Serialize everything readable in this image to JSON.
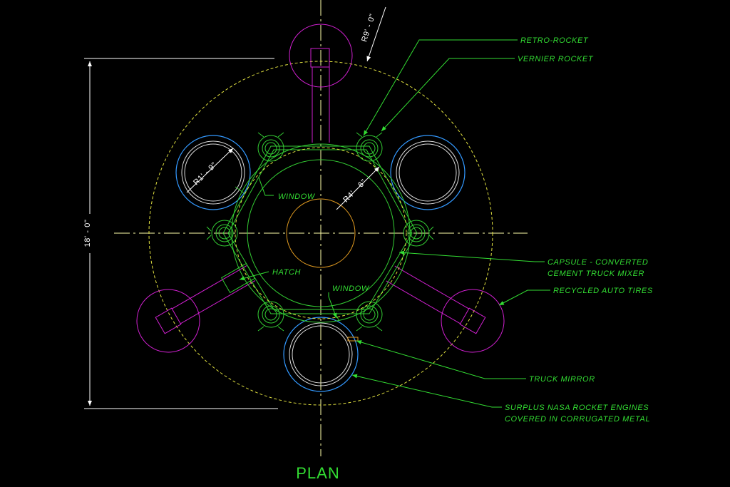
{
  "drawing": {
    "title": "PLAN",
    "dimensions": {
      "overall": "18' - 0\"",
      "outer_radius": "R9' - 0\"",
      "tire_radius": "R1' - 9\"",
      "capsule_radius": "R4' - 6\""
    },
    "labels": {
      "retro_rocket": "RETRO-ROCKET",
      "vernier_rocket": "VERNIER ROCKET",
      "window_upper": "WINDOW",
      "window_lower": "WINDOW",
      "hatch": "HATCH",
      "capsule_line1": "CAPSULE - CONVERTED",
      "capsule_line2": "CEMENT TRUCK MIXER",
      "recycled_tires": "RECYCLED AUTO TIRES",
      "truck_mirror": "TRUCK MIRROR",
      "engines_line1": "SURPLUS NASA ROCKET ENGINES",
      "engines_line2": "COVERED IN CORRUGATED METAL"
    },
    "colors": {
      "background": "#000000",
      "annotation": "#33dd33",
      "centerline": "#ffffaa",
      "outer_boundary": "#e0e040",
      "capsule": "#e0e040",
      "core": "#e09a20",
      "frame": "#33cc33",
      "legs": "#d020d0",
      "tires": "#3399ff",
      "dimension": "#ffffff"
    }
  }
}
